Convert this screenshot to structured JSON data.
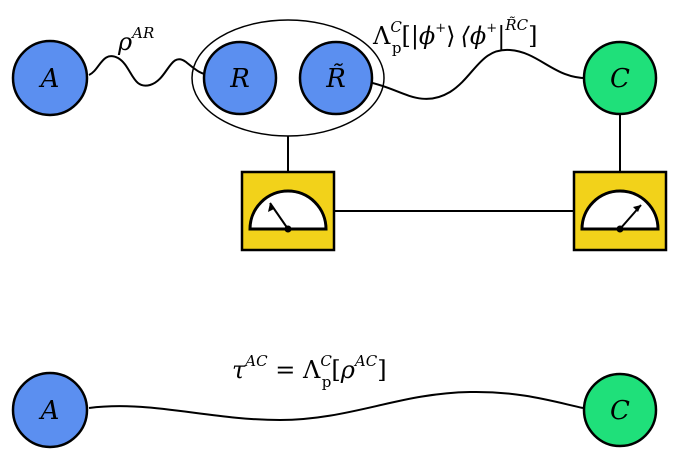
{
  "colors": {
    "blue_node": "#5b8ff0",
    "green_node": "#1fe07a",
    "meter_box": "#f2d21a",
    "stroke": "#000000"
  },
  "icons": {
    "measurement_device": "meter-icon"
  },
  "top": {
    "node_a": "A",
    "node_r": "R",
    "node_r_tilde": "R̃",
    "node_c": "C",
    "state_label": {
      "base": "ρ",
      "sup": "AR"
    },
    "channel_label": {
      "lambda": "Λ",
      "sub": "p",
      "sup": "C",
      "open": "[",
      "ket": "|ϕ",
      "ket_sup": "+",
      "ket_close": "⟩",
      "bra": "⟨ϕ",
      "bra_sup": "+",
      "bra_close": "|",
      "outer_sup": "R̃C",
      "close": "]"
    }
  },
  "bottom": {
    "node_a": "A",
    "node_c": "C",
    "equation": {
      "tau": "τ",
      "tau_sup": "AC",
      "equals": " = ",
      "lambda": "Λ",
      "sub": "p",
      "sup": "C",
      "open": "[",
      "rho": "ρ",
      "rho_sup": "AC",
      "close": "]"
    }
  }
}
